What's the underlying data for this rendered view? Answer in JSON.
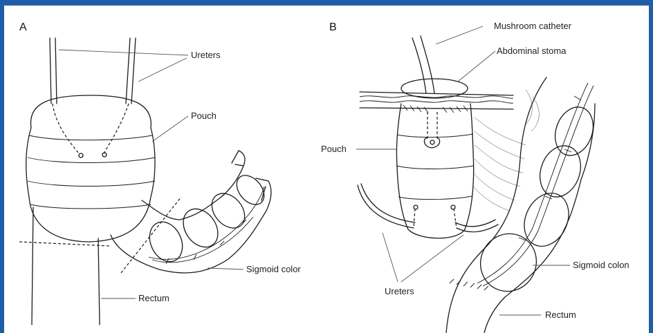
{
  "panel_a": {
    "letter": "A",
    "labels": {
      "ureters": "Ureters",
      "pouch": "Pouch",
      "sigmoid": "Sigmoid color",
      "rectum": "Rectum"
    }
  },
  "panel_b": {
    "letter": "B",
    "labels": {
      "mushroom_catheter": "Mushroom catheter",
      "abdominal_stoma": "Abdominal stoma",
      "pouch": "Pouch",
      "ureters": "Ureters",
      "sigmoid": "Sigmoid colon",
      "rectum": "Rectum"
    }
  },
  "colors": {
    "frame_border": "#1f5ea6",
    "ink": "#1a1a1a",
    "background": "#ffffff"
  }
}
